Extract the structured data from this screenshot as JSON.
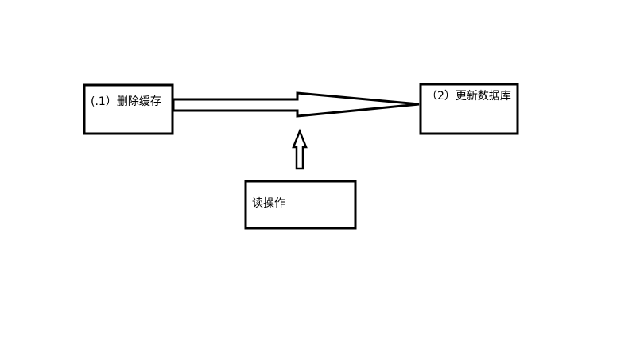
{
  "diagram": {
    "nodes": {
      "delete_cache": {
        "label": "(.1）删除缓存"
      },
      "update_db": {
        "label": "（2）更新数据库"
      },
      "read_op": {
        "label": "读操作"
      }
    },
    "colors": {
      "stroke": "#000000",
      "background": "#ffffff"
    }
  }
}
